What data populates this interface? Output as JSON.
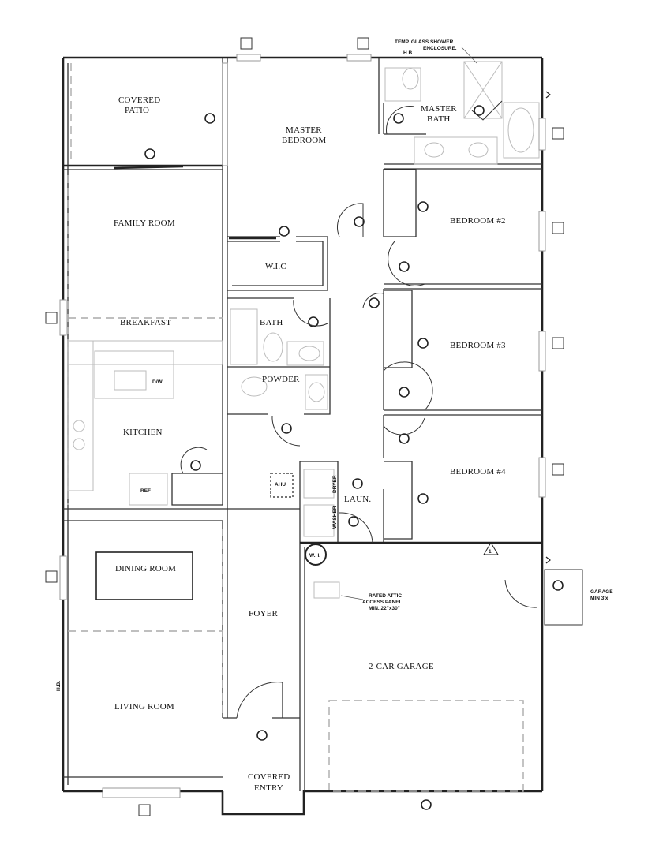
{
  "rooms": {
    "covered_patio": [
      "COVERED",
      "PATIO"
    ],
    "master_bedroom": [
      "MASTER",
      "BEDROOM"
    ],
    "master_bath": [
      "MASTER",
      "BATH"
    ],
    "family_room": "FAMILY ROOM",
    "bedroom2": "BEDROOM #2",
    "wic": "W.I.C",
    "breakfast": "BREAKFAST",
    "bath": "BATH",
    "bedroom3": "BEDROOM #3",
    "powder": "POWDER",
    "kitchen": "KITCHEN",
    "bedroom4": "BEDROOM #4",
    "laundry": "LAUN.",
    "dining_room": "DINING ROOM",
    "foyer": "FOYER",
    "garage": "2-CAR GARAGE",
    "living_room": "LIVING ROOM",
    "covered_entry": [
      "COVERED",
      "ENTRY"
    ]
  },
  "notes": {
    "temp_glass": "TEMP. GLASS SHOWER",
    "enclosure": "ENCLOSURE.",
    "hb_top": "H.B.",
    "attic": [
      "RATED ATTIC",
      "ACCESS PANEL",
      "MIN. 22\"x30\""
    ],
    "garage_door": [
      "GARAGE",
      "MIN 3'x"
    ],
    "hb_left": "H.B.",
    "ahu": "AHU",
    "dryer": "DRYER",
    "washer": "WASHER",
    "wh": "W.H.",
    "triangle_mark": "1",
    "db": "D/W",
    "ref": "REF"
  }
}
